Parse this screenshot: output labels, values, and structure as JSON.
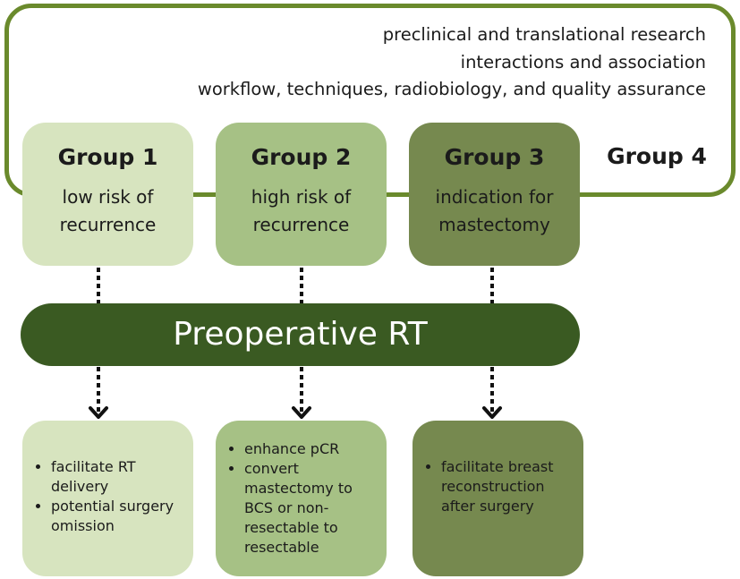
{
  "group4": {
    "lines": [
      "preclinical and translational research",
      "interactions and association",
      "workflow, techniques, radiobiology, and quality assurance"
    ],
    "title": "Group 4"
  },
  "groups": [
    {
      "title": "Group 1",
      "desc_line1": "low risk of",
      "desc_line2": "recurrence"
    },
    {
      "title": "Group 2",
      "desc_line1": "high risk of",
      "desc_line2": "recurrence"
    },
    {
      "title": "Group 3",
      "desc_line1": "indication for",
      "desc_line2": "mastectomy"
    }
  ],
  "center_label": "Preoperative RT",
  "outcomes": [
    {
      "items": [
        "facilitate RT delivery",
        "potential surgery omission"
      ]
    },
    {
      "items": [
        "enhance pCR",
        "convert mastectomy to BCS or non-resectable to resectable"
      ]
    },
    {
      "items": [
        "facilitate breast reconstruction after surgery"
      ]
    }
  ],
  "colors": {
    "frame": "#6a8a2c",
    "group1": "#d7e4bf",
    "group2": "#a6c185",
    "group3": "#76894f",
    "center_bar": "#3a5a22"
  }
}
